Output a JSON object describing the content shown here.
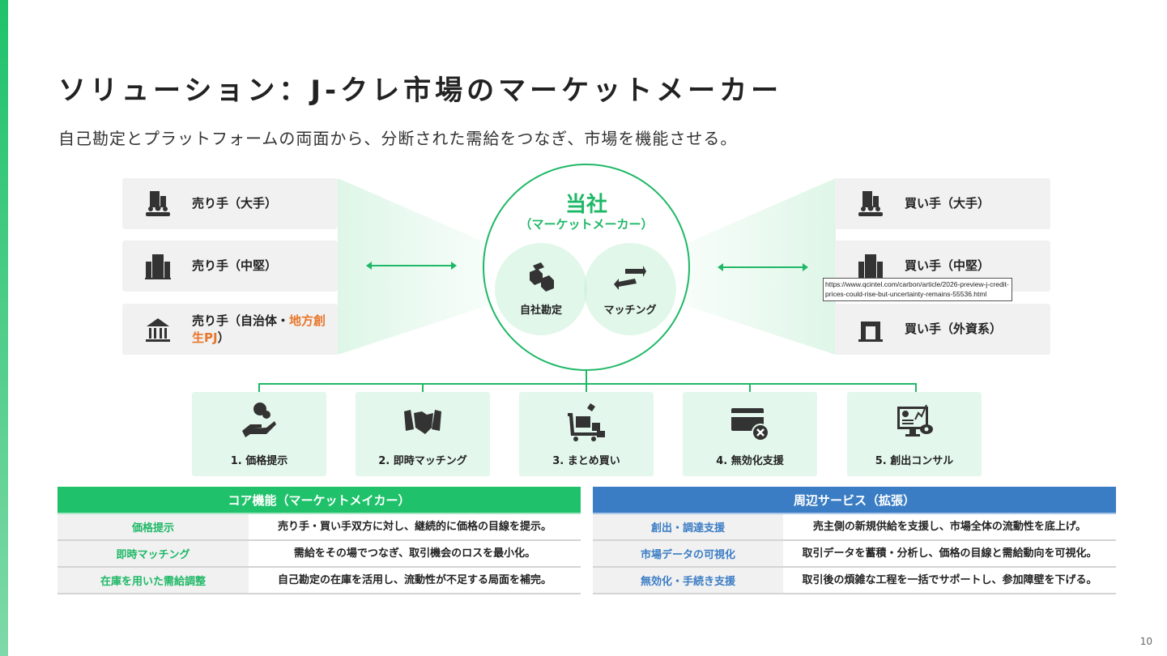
{
  "title": "ソリューション：J-クレ市場のマーケットメーカー",
  "subtitle": "自己勘定とプラットフォームの両面から、分断された需給をつなぎ、市場を機能させる。",
  "sellers": [
    {
      "label": "売り手（大手）",
      "icon": "enterprise-building-icon"
    },
    {
      "label": "売り手（中堅）",
      "icon": "building-icon"
    },
    {
      "label_prefix": "売り手（自治体・",
      "label_highlight": "地方創生PJ",
      "label_suffix": "）",
      "icon": "government-building-icon"
    }
  ],
  "buyers": [
    {
      "label": "買い手（大手）",
      "icon": "enterprise-building-icon"
    },
    {
      "label": "買い手（中堅）",
      "icon": "building-icon"
    },
    {
      "label": "買い手（外資系）",
      "icon": "office-icon"
    }
  ],
  "center": {
    "title": "当社",
    "subtitle": "（マーケットメーカー）",
    "left": "自社勘定",
    "right": "マッチング"
  },
  "tooltip": "https://www.qcintel.com/carbon/article/2026-preview-j-credit-prices-could-rise-but-uncertainty-remains-55536.html",
  "functions": [
    {
      "label": "1. 価格提示",
      "icon": "price-hand-icon"
    },
    {
      "label": "2. 即時マッチング",
      "icon": "handshake-icon"
    },
    {
      "label": "3. まとめ買い",
      "icon": "cart-icon"
    },
    {
      "label": "4. 無効化支援",
      "icon": "card-cancel-icon"
    },
    {
      "label": "5. 創出コンサル",
      "icon": "monitor-analytics-icon"
    }
  ],
  "core_table": {
    "header": "コア機能（マーケットメイカー）",
    "rows": [
      {
        "k": "価格提示",
        "v": "売り手・買い手双方に対し、継続的に価格の目線を提示。"
      },
      {
        "k": "即時マッチング",
        "v": "需給をその場でつなぎ、取引機会のロスを最小化。"
      },
      {
        "k": "在庫を用いた需給調整",
        "v": "自己勘定の在庫を活用し、流動性が不足する局面を補完。"
      }
    ]
  },
  "ext_table": {
    "header": "周辺サービス（拡張）",
    "rows": [
      {
        "k": "創出・調達支援",
        "v": "売主側の新規供給を支援し、市場全体の流動性を底上げ。"
      },
      {
        "k": "市場データの可視化",
        "v": "取引データを蓄積・分析し、価格の目線と需給動向を可視化。"
      },
      {
        "k": "無効化・手続き支援",
        "v": "取引後の煩雑な工程を一括でサポートし、参加障壁を下げる。"
      }
    ]
  },
  "page_number": "10",
  "colors": {
    "green": "#1fc26b",
    "blue": "#3b7dc4",
    "orange": "#e8762b"
  }
}
